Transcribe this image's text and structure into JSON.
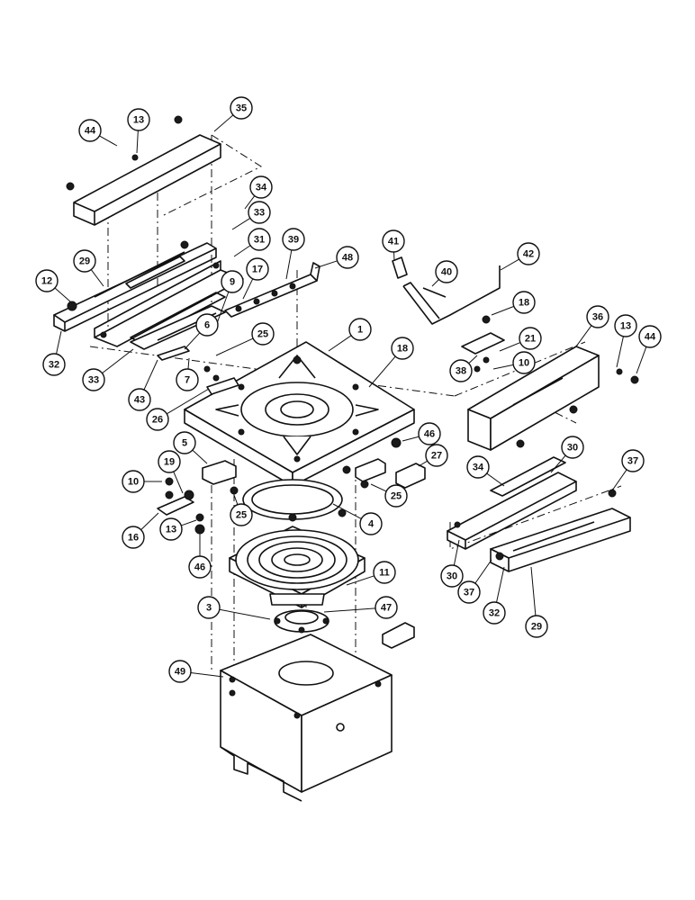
{
  "callouts": [
    {
      "id": "c44a",
      "label": "44"
    },
    {
      "id": "c13a",
      "label": "13"
    },
    {
      "id": "c35",
      "label": "35"
    },
    {
      "id": "c34a",
      "label": "34"
    },
    {
      "id": "c33a",
      "label": "33"
    },
    {
      "id": "c31",
      "label": "31"
    },
    {
      "id": "c39",
      "label": "39"
    },
    {
      "id": "c48",
      "label": "48"
    },
    {
      "id": "c29a",
      "label": "29"
    },
    {
      "id": "c12",
      "label": "12"
    },
    {
      "id": "c17",
      "label": "17"
    },
    {
      "id": "c9",
      "label": "9"
    },
    {
      "id": "c32a",
      "label": "32"
    },
    {
      "id": "c6",
      "label": "6"
    },
    {
      "id": "c33b",
      "label": "33"
    },
    {
      "id": "c43",
      "label": "43"
    },
    {
      "id": "c7",
      "label": "7"
    },
    {
      "id": "c25a",
      "label": "25"
    },
    {
      "id": "c1",
      "label": "1"
    },
    {
      "id": "c18a",
      "label": "18"
    },
    {
      "id": "c26",
      "label": "26"
    },
    {
      "id": "c41",
      "label": "41"
    },
    {
      "id": "c42",
      "label": "42"
    },
    {
      "id": "c40",
      "label": "40"
    },
    {
      "id": "c18b",
      "label": "18"
    },
    {
      "id": "c36",
      "label": "36"
    },
    {
      "id": "c13b",
      "label": "13"
    },
    {
      "id": "c44b",
      "label": "44"
    },
    {
      "id": "c21",
      "label": "21"
    },
    {
      "id": "c38",
      "label": "38"
    },
    {
      "id": "c10a",
      "label": "10"
    },
    {
      "id": "c46a",
      "label": "46"
    },
    {
      "id": "c5",
      "label": "5"
    },
    {
      "id": "c27",
      "label": "27"
    },
    {
      "id": "c30a",
      "label": "30"
    },
    {
      "id": "c34b",
      "label": "34"
    },
    {
      "id": "c37a",
      "label": "37"
    },
    {
      "id": "c10b",
      "label": "10"
    },
    {
      "id": "c19",
      "label": "19"
    },
    {
      "id": "c25b",
      "label": "25"
    },
    {
      "id": "c25c",
      "label": "25"
    },
    {
      "id": "c4",
      "label": "4"
    },
    {
      "id": "c16",
      "label": "16"
    },
    {
      "id": "c13c",
      "label": "13"
    },
    {
      "id": "c46b",
      "label": "46"
    },
    {
      "id": "c30b",
      "label": "30"
    },
    {
      "id": "c37b",
      "label": "37"
    },
    {
      "id": "c11",
      "label": "11"
    },
    {
      "id": "c32b",
      "label": "32"
    },
    {
      "id": "c29b",
      "label": "29"
    },
    {
      "id": "c3",
      "label": "3"
    },
    {
      "id": "c47",
      "label": "47"
    },
    {
      "id": "c49",
      "label": "49"
    }
  ]
}
